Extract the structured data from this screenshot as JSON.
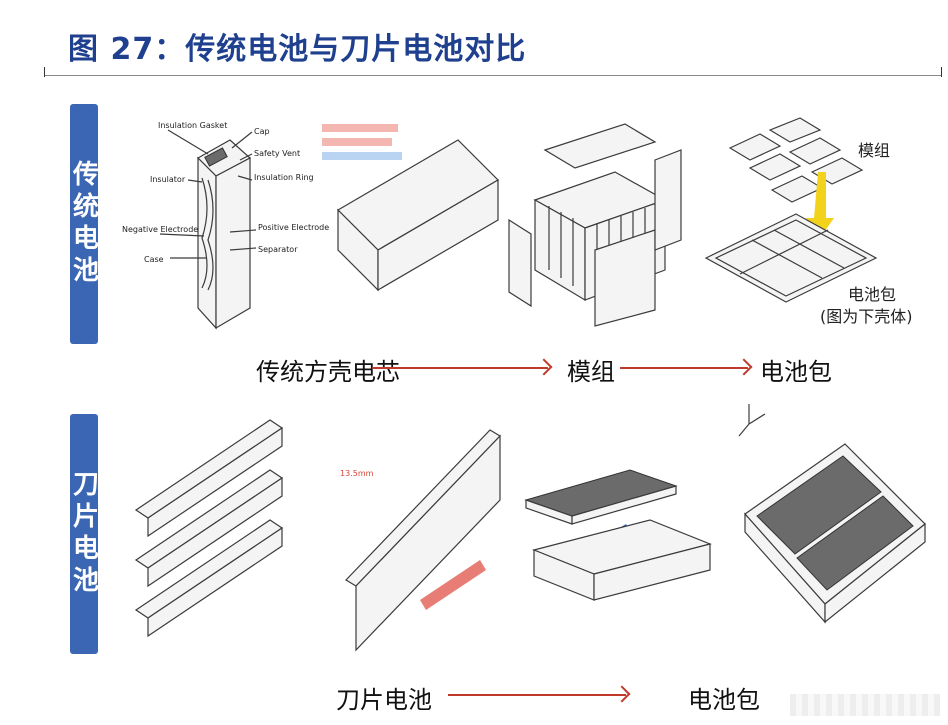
{
  "title": "图 27：传统电池与刀片电池对比",
  "rows": {
    "traditional": {
      "side_label": "传统电池",
      "flow": [
        "传统方壳电芯",
        "模组",
        "电池包"
      ],
      "cell_labels": [
        "Insulation Gasket",
        "Cap",
        "Safety Vent",
        "Insulator",
        "Insulation Ring",
        "Negative Electrode",
        "Case",
        "Positive Electrode",
        "Separator"
      ],
      "module_label": "模组",
      "pack_label": "电池包",
      "pack_note": "(图为下壳体)"
    },
    "blade": {
      "side_label": "刀片电池",
      "flow": [
        "刀片电池",
        "电池包"
      ],
      "cell_dim": "13.5mm"
    }
  },
  "colors": {
    "title": "#1f3f8f",
    "side_label_bg": "#3a66b4",
    "arrow": "#c0392b",
    "module_arrow": "#f2d21b",
    "blade_arrow": "#3b6fc7"
  }
}
